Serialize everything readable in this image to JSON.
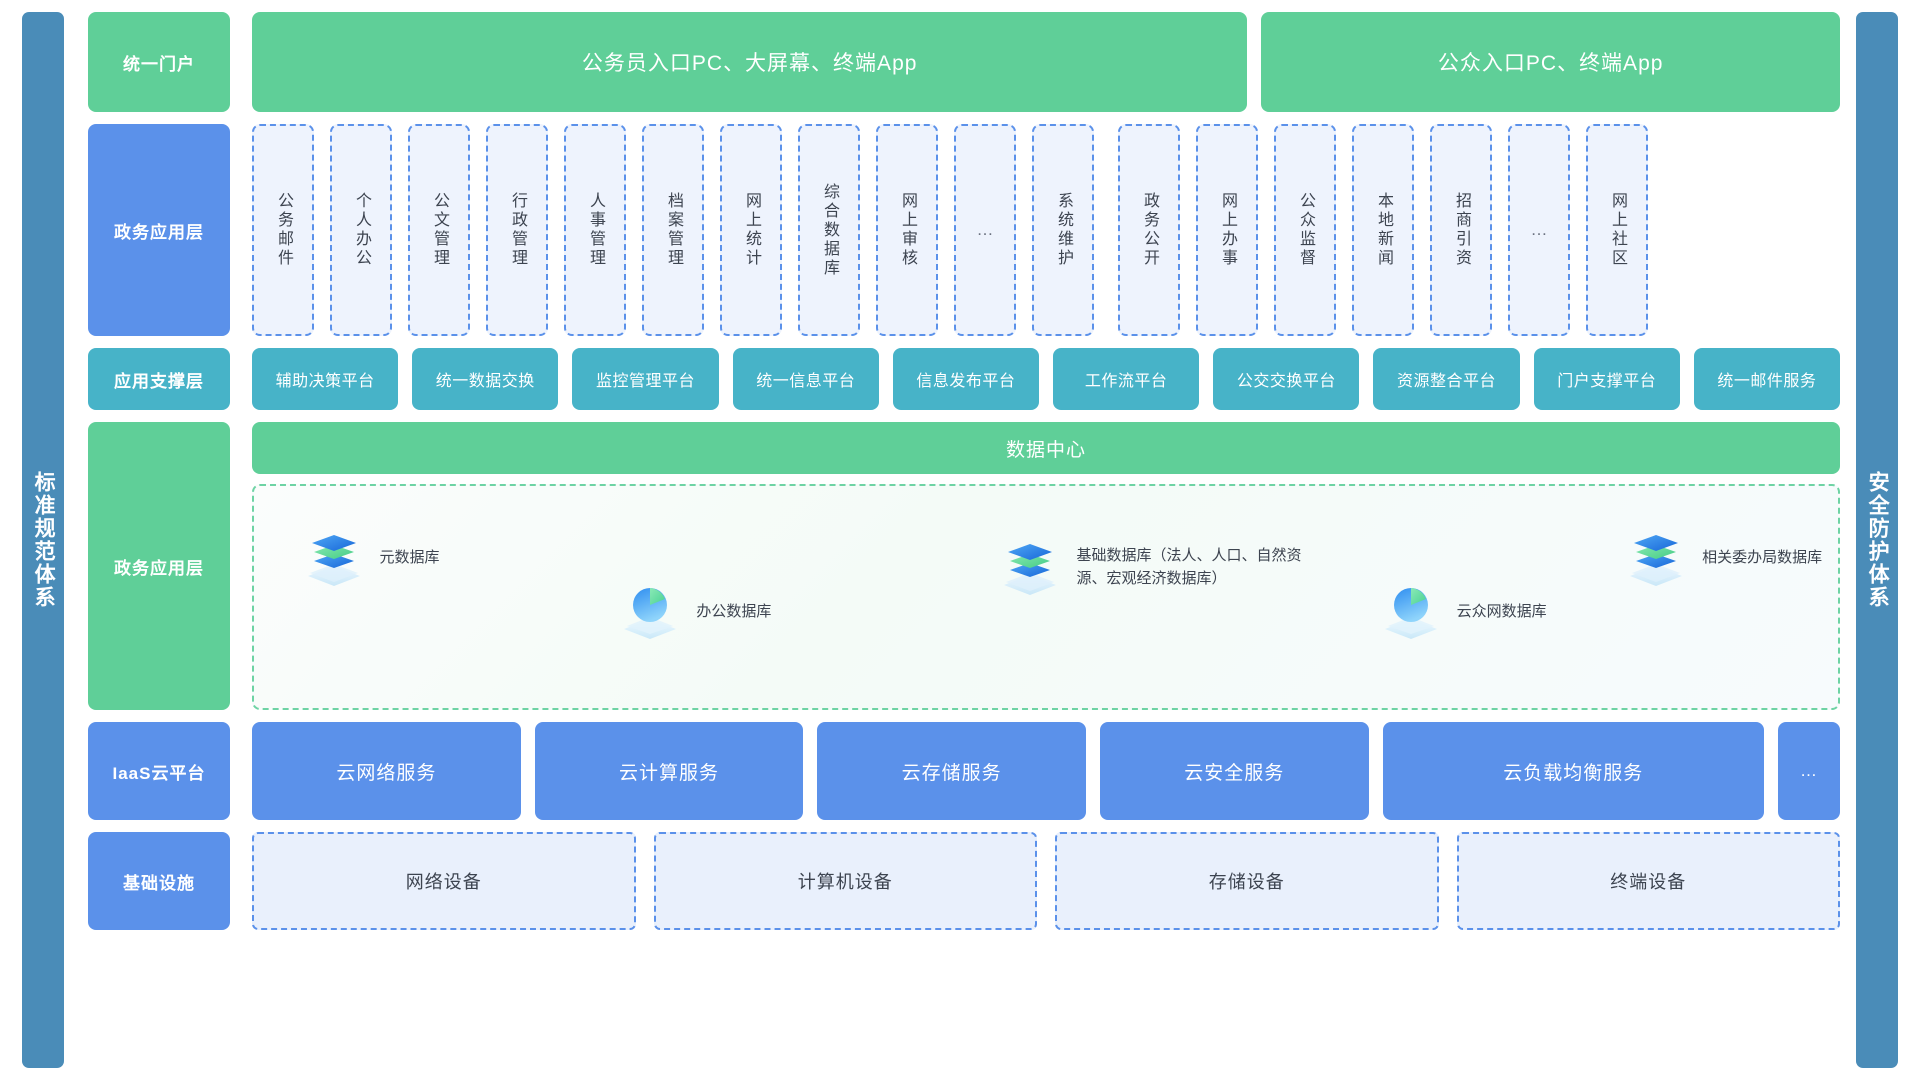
{
  "rails": {
    "left": "标准规范体系",
    "right": "安全防护体系"
  },
  "colors": {
    "rail": "#4a8cb8",
    "green": "#5fcf98",
    "blue": "#5b91ea",
    "teal": "#47b3c8",
    "dashed_blue": "#5b91ea",
    "dashed_green": "#6ed3a4"
  },
  "rows": {
    "portal": {
      "label": "统一门户",
      "boxes": [
        "公务员入口PC、大屏幕、终端App",
        "公众入口PC、终端App"
      ]
    },
    "apps": {
      "label": "政务应用层",
      "gov_items": [
        "公务邮件",
        "个人办公",
        "公文管理",
        "行政管理",
        "人事管理",
        "档案管理",
        "网上统计",
        "综合数据库",
        "网上审核",
        "…",
        "系统维护"
      ],
      "public_items": [
        "政务公开",
        "网上办事",
        "公众监督",
        "本地新闻",
        "招商引资",
        "…",
        "网上社区"
      ]
    },
    "support": {
      "label": "应用支撑层",
      "items": [
        "辅助决策平台",
        "统一数据交换",
        "监控管理平台",
        "统一信息平台",
        "信息发布平台",
        "工作流平台",
        "公交交换平台",
        "资源整合平台",
        "门户支撑平台",
        "统一邮件服务"
      ]
    },
    "data": {
      "label": "政务应用层",
      "header": "数据中心",
      "databases": [
        {
          "name": "元数据库",
          "icon": "layers-icon"
        },
        {
          "name": "办公数据库",
          "icon": "pie-icon"
        },
        {
          "name": "基础数据库（法人、人口、自然资源、宏观经济数据库）",
          "icon": "layers-icon"
        },
        {
          "name": "云众网数据库",
          "icon": "pie-icon"
        },
        {
          "name": "相关委办局数据库",
          "icon": "layers-icon"
        }
      ]
    },
    "iaas": {
      "label": "IaaS云平台",
      "items": [
        "云网络服务",
        "云计算服务",
        "云存储服务",
        "云安全服务",
        "云负载均衡服务",
        "…"
      ]
    },
    "infra": {
      "label": "基础设施",
      "items": [
        "网络设备",
        "计算机设备",
        "存储设备",
        "终端设备"
      ]
    }
  }
}
